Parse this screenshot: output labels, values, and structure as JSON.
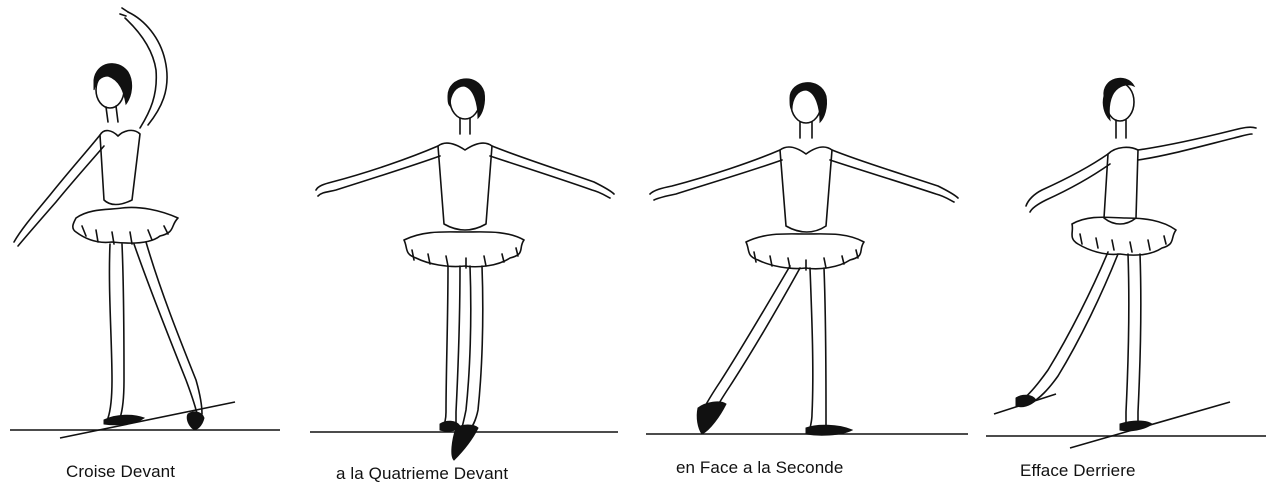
{
  "figures": [
    {
      "caption": "Croise Devant"
    },
    {
      "caption": "a la Quatrieme Devant"
    },
    {
      "caption": "en Face a la Seconde"
    },
    {
      "caption": "Efface Derriere"
    }
  ]
}
